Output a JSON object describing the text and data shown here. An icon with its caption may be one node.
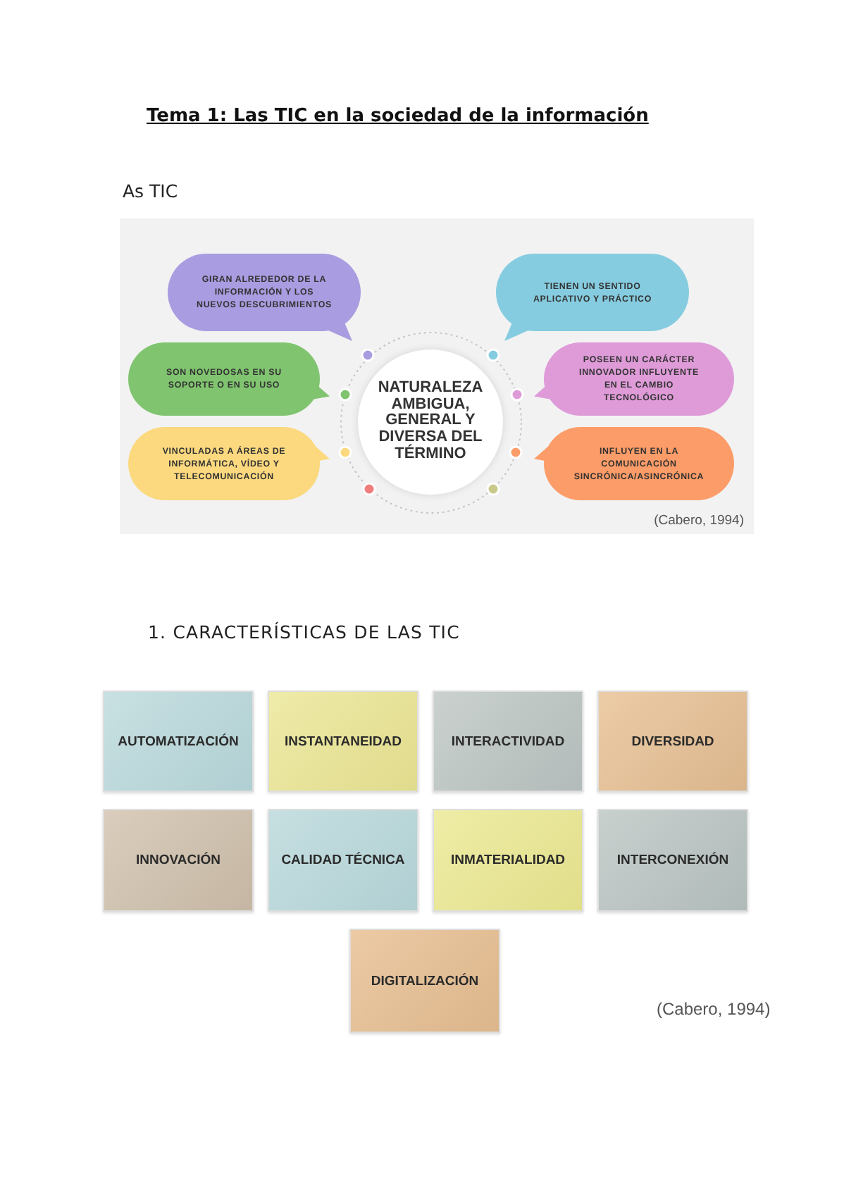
{
  "diagram": {
    "title": "Tema 1: Las TIC en la sociedad de la información",
    "nodes": [
      {
        "text": [
          "(Cabero, 1994)"
        ]
      },
      {
        "text": [
          "GIRAN ALREDEDOR DE LA INFORMACIÓN Y LOS NUEVOS DESCUBRIMIENTOS"
        ],
        "in": 0
      },
      {
        "text": [
          "TIENEN UN SENTIDO APLICATIVO Y PRÁCTICO"
        ],
        "in": 0
      },
      {
        "text": [
          "SON NOVEDOSAS EN SU SOPORTE O EN SU USO"
        ],
        "in": 0
      },
      {
        "text": [
          "NATURALEZA AMBIGUA, GENERAL Y DIVERSA DEL TÉRMINO"
        ],
        "in": 0
      },
      {
        "text": [
          "POSEEN UN CARÁCTER INNOVADOR INFLUYENTE EN EL CAMBIO TECNOLÓGICO"
        ],
        "in": 0
      },
      {
        "text": [
          "VINCULADAS A ÁREAS DE INFORMÁTICA, VÍDEO Y TELECOMUNICACIÓN"
        ],
        "in": 0
      },
      {
        "text": [
          "INFLUYEN EN LA COMUNICACIÓN SINCRÓNICA/ASINCRÓNICA"
        ],
        "in": 0
      },
      {
        "text": [
          "AUTOMATIZACIÓN"
        ]
      },
      {
        "text": [
          "INSTANTANEIDAD"
        ]
      },
      {
        "text": [
          "INTERACTIVIDAD"
        ]
      },
      {
        "text": [
          "DIVERSIDAD"
        ]
      },
      {
        "text": [
          "INNOVACIÓN"
        ]
      },
      {
        "text": [
          "CALIDAD TÉCNICA"
        ]
      },
      {
        "text": [
          "INMATERIALIDAD"
        ]
      },
      {
        "text": [
          "INTERCONEXIÓN"
        ]
      },
      {
        "text": [
          "DIGITALIZACIÓN"
        ]
      }
    ],
    "labels": [
      "As TIC",
      "1. CARACTERÍSTICAS DE LAS TIC",
      "(Cabero, 1994)"
    ]
  }
}
